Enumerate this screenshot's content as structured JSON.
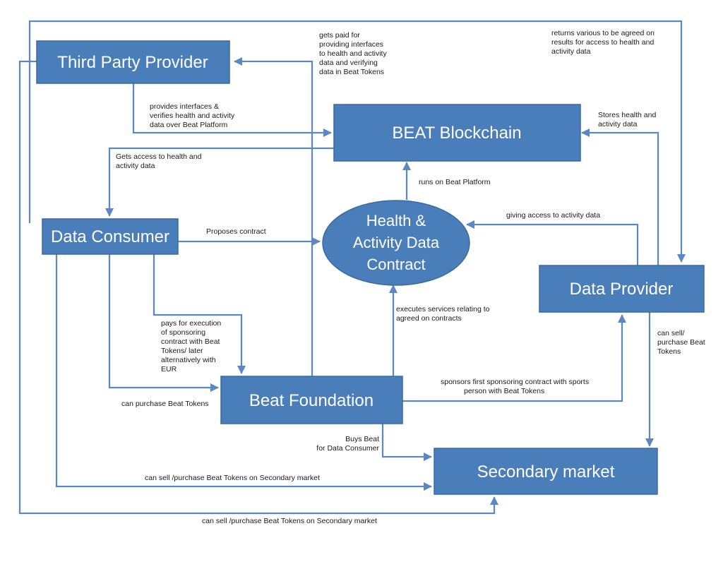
{
  "nodes": {
    "third_party_provider": "Third Party Provider",
    "beat_blockchain": "BEAT Blockchain",
    "data_consumer": "Data Consumer",
    "contract": [
      "Health &",
      "Activity Data",
      "Contract"
    ],
    "data_provider": "Data Provider",
    "beat_foundation": "Beat Foundation",
    "secondary_market": "Secondary market"
  },
  "labels": {
    "gets_paid": [
      "gets paid for",
      "providing interfaces",
      "to health and activity",
      "data and verifying",
      "data in Beat Tokens"
    ],
    "returns_various": [
      "returns various to be agreed on",
      "results for access to health and",
      "activity data"
    ],
    "provides_interfaces": [
      "provides interfaces &",
      "verifies health and activity",
      "data over Beat Platform"
    ],
    "stores_health": [
      "Stores health and",
      "activity data"
    ],
    "gets_access": [
      "Gets access to health and",
      "activity data"
    ],
    "runs_on": "runs on Beat Platform",
    "giving_access": "giving access to activity data",
    "proposes_contract": "Proposes contract",
    "executes_services": [
      "executes services relating to",
      "agreed on contracts"
    ],
    "can_sell_provider": [
      "can sell/",
      "purchase Beat",
      "Tokens"
    ],
    "pays_for": [
      "pays for execution",
      "of sponsoring",
      "contract   with Beat",
      "Tokens/ later",
      "alternatively with",
      "EUR"
    ],
    "sponsors_first": [
      "sponsors first sponsoring contract with  sports",
      "person with Beat Tokens"
    ],
    "can_purchase": "can purchase Beat Tokens",
    "buys_beat": [
      "Buys Beat",
      "for Data Consumer"
    ],
    "can_sell_secondary_1": "can sell /purchase Beat Tokens on Secondary market",
    "can_sell_secondary_2": "can sell /purchase Beat Tokens on Secondary market"
  },
  "colors": {
    "box_fill": "#4a7ebb",
    "arrow": "#5b87c2",
    "text_on_box": "#ffffff",
    "label_text": "#1a1a1a"
  }
}
